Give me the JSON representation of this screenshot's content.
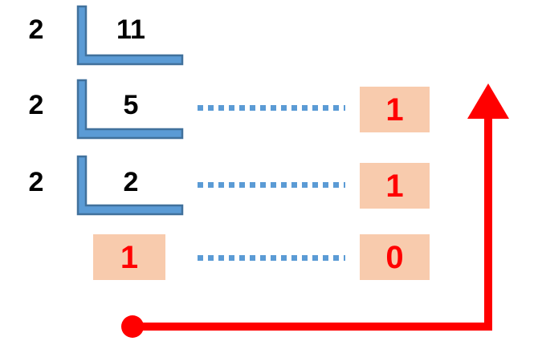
{
  "diagram": {
    "topic": "Decimal 11 converted to binary by repeated division by 2",
    "rows": [
      {
        "divisor": "2",
        "dividend": "11"
      },
      {
        "divisor": "2",
        "dividend": "5",
        "remainder": "1"
      },
      {
        "divisor": "2",
        "dividend": "2",
        "remainder": "1"
      },
      {
        "quotient": "1",
        "remainder": "0"
      }
    ],
    "colors": {
      "bracket_fill": "#5B9BD5",
      "bracket_outline": "#41719C",
      "dotted_line": "#5B9BD5",
      "box_fill": "#F8CBAD",
      "box_digit": "#FF0000",
      "arrow": "#FF0000",
      "digit": "#000000"
    }
  }
}
